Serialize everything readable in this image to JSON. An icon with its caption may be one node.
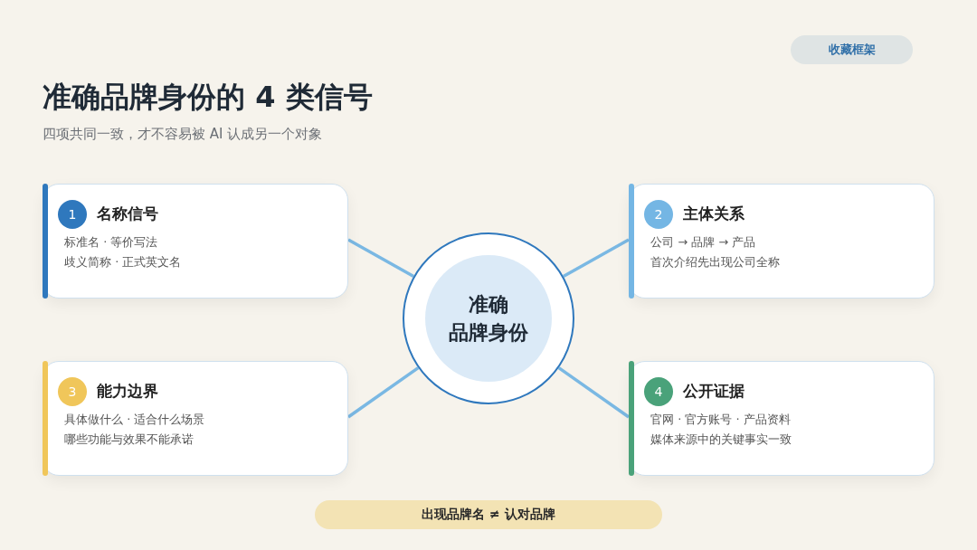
{
  "diagram": {
    "title": "准确品牌身份的 4 类信号",
    "nodes": [
      {
        "text": [
          "准确",
          "品牌身份"
        ]
      },
      {
        "text": [
          "1",
          "名称信号",
          "标准名 · 等价写法",
          "歧义简称 · 正式英文名"
        ]
      },
      {
        "text": [
          "2",
          "主体关系",
          "公司 → 品牌 → 产品",
          "首次介绍先出现公司全称"
        ]
      },
      {
        "text": [
          "3",
          "能力边界",
          "具体做什么 · 适合什么场景",
          "哪些功能与效果不能承诺"
        ]
      },
      {
        "text": [
          "4",
          "公开证据",
          "官网 · 官方账号 · 产品资料",
          "媒体来源中的关键事实一致"
        ]
      }
    ],
    "edges": [
      {
        "from": 0,
        "to": 1,
        "arrow": "none"
      },
      {
        "from": 0,
        "to": 2,
        "arrow": "none"
      },
      {
        "from": 0,
        "to": 3,
        "arrow": "none"
      },
      {
        "from": 0,
        "to": 4,
        "arrow": "none"
      }
    ],
    "labels": [
      "收藏框架",
      "四项共同一致，才不容易被 AI 认成另一个对象",
      "出现品牌名 ≠ 认对品牌"
    ]
  }
}
